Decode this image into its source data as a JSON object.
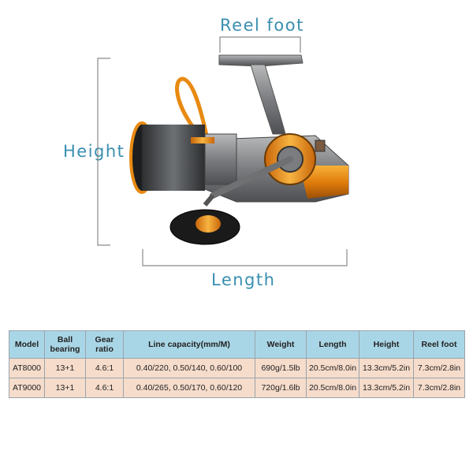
{
  "labels": {
    "reel_foot": "Reel foot",
    "height": "Height",
    "length": "Length"
  },
  "colors": {
    "label": "#3a8fb0",
    "header_bg": "#a9d6e6",
    "row_bg": "#f6dccb",
    "reel_gold": "#e88a12",
    "reel_gray": "#8a8c8e"
  },
  "table": {
    "headers": [
      "Model",
      "Ball bearing",
      "Gear ratio",
      "Line capacity(mm/M)",
      "Weight",
      "Length",
      "Height",
      "Reel foot"
    ],
    "rows": [
      [
        "AT8000",
        "13+1",
        "4.6:1",
        "0.40/220, 0.50/140, 0.60/100",
        "690g/1.5lb",
        "20.5cm/8.0in",
        "13.3cm/5.2in",
        "7.3cm/2.8in"
      ],
      [
        "AT9000",
        "13+1",
        "4.6:1",
        "0.40/265, 0.50/170, 0.60/120",
        "720g/1.6lb",
        "20.5cm/8.0in",
        "13.3cm/5.2in",
        "7.3cm/2.8in"
      ]
    ]
  }
}
